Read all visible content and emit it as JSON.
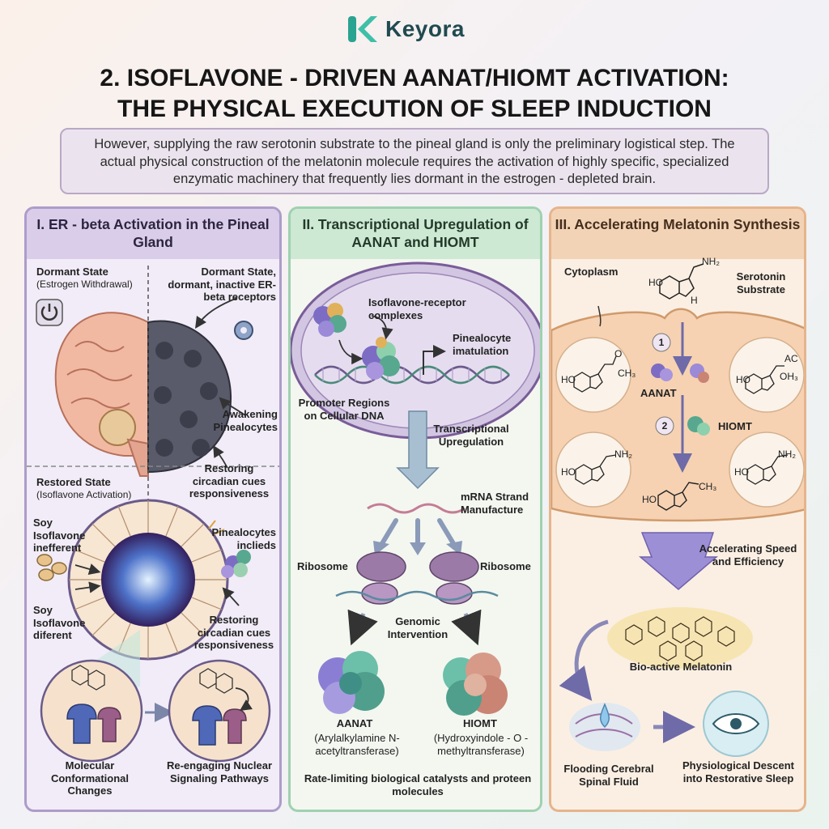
{
  "brand": {
    "name": "Keyora"
  },
  "title": {
    "line1": "2. ISOFLAVONE - DRIVEN AANAT/HIOMT ACTIVATION:",
    "line2": "THE PHYSICAL EXECUTION OF SLEEP INDUCTION"
  },
  "intro": "However, supplying the raw serotonin substrate to the pineal gland is only the preliminary logistical step. The actual physical construction of the melatonin molecule requires the activation of highly specific, specialized enzymatic machinery that frequently lies dormant in the estrogen - depleted brain.",
  "panel1": {
    "title": "I. ER - beta Activation in the Pineal Gland",
    "dormant_state": "Dormant State",
    "dormant_sub": "(Estrogen Withdrawal)",
    "dormant_receptors": "Dormant State, dormant, inactive ER-beta receptors",
    "awakening": "Awakening Pinealocytes",
    "restoring_1": "Restoring circadian cues responsiveness",
    "restored_state": "Restored State",
    "restored_sub": "(Isoflavone Activation)",
    "soy_1": "Soy Isoflavone inefferent",
    "soy_2": "Soy Isoflavone diferent",
    "pinealocytes_inclieds": "Pinealocytes inclieds",
    "restoring_2": "Restoring circadian cues responsiveness",
    "molecular": "Molecular Conformational Changes",
    "reengaging": "Re-engaging Nuclear Signaling Pathways"
  },
  "panel2": {
    "title": "II. Transcriptional Upregulation of AANAT and HIOMT",
    "complexes": "Isoflavone-receptor complexes",
    "pinealocyte_mat": "Pinealocyte imatulation",
    "promoter": "Promoter Regions on Cellular DNA",
    "transcriptional": "Transcriptional Upregulation",
    "mrna": "mRNA Strand Manufacture",
    "ribosome_left": "Ribosome",
    "ribosome_right": "Ribosome",
    "genomic": "Genomic Intervention",
    "aanat_name": "AANAT",
    "aanat_full": "(Arylalkylamine N-acetyltransferase)",
    "hiomt_name": "HIOMT",
    "hiomt_full": "(Hydroxyindole - O - methyltransferase)",
    "footer": "Rate-limiting biological catalysts and proteen molecules"
  },
  "panel3": {
    "title": "III. Accelerating Melatonin Synthesis",
    "cytoplasm": "Cytoplasm",
    "serotonin": "Serotonin Substrate",
    "step1": "1",
    "step2": "2",
    "aanat": "AANAT",
    "hiomt": "HIOMT",
    "accelerating": "Accelerating Speed and Efficiency",
    "bioactive": "Bio-active Melatonin",
    "flooding": "Flooding Cerebral Spinal Fluid",
    "descent": "Physiological Descent into Restorative Sleep",
    "chem_ho": "HO",
    "chem_nh2": "NH₂",
    "chem_ch3": "CH₃",
    "chem_ac": "AC",
    "chem_oh3": "OH₃",
    "chem_o": "O",
    "chem_h": "H"
  },
  "colors": {
    "panel1_border": "#ad9cc9",
    "panel2_border": "#9fd1b0",
    "panel3_border": "#e6b48c",
    "brand_teal": "#2aa391"
  }
}
